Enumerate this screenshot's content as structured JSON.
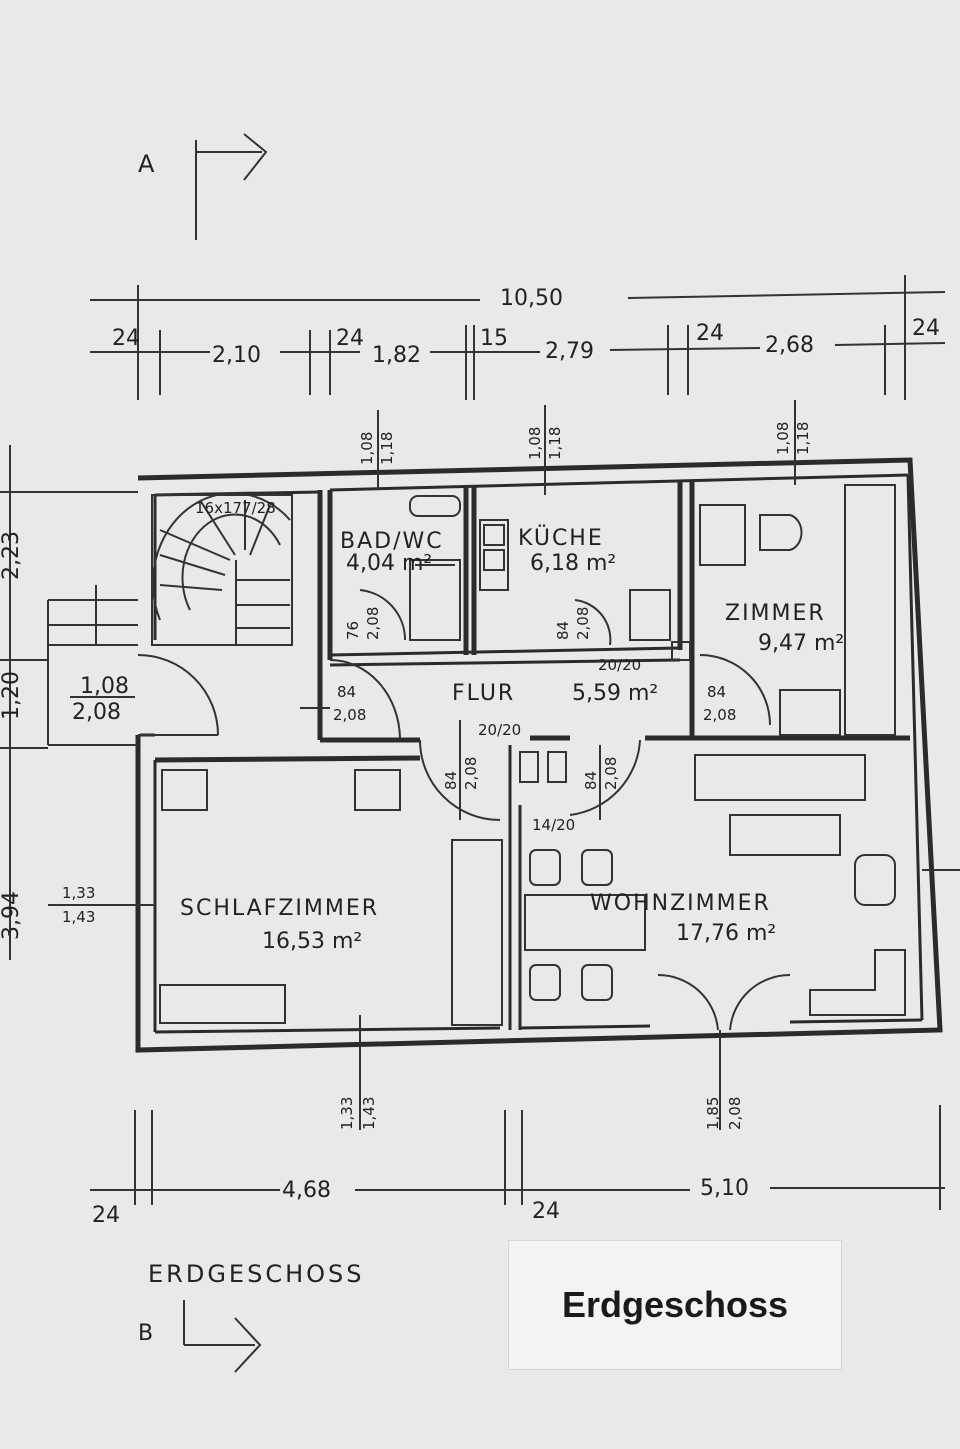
{
  "title": "ERDGESCHOSS",
  "label": "Erdgeschoss",
  "section_markers": [
    "A",
    "B"
  ],
  "rooms": [
    {
      "name": "BAD/WC",
      "area": "4,04 m²"
    },
    {
      "name": "KÜCHE",
      "area": "6,18 m²"
    },
    {
      "name": "ZIMMER",
      "area": "9,47 m²"
    },
    {
      "name": "FLUR",
      "area": "5,59 m²"
    },
    {
      "name": "SCHLAFZIMMER",
      "area": "16,53 m²"
    },
    {
      "name": "WOHNZIMMER",
      "area": "17,76 m²"
    }
  ],
  "stair": "16x177/28",
  "dims_top_total": "10,50",
  "dims_top": [
    "24",
    "2,10",
    "24",
    "1,82",
    "15",
    "2,79",
    "24",
    "2,68",
    "24"
  ],
  "dims_bottom": [
    "24",
    "4,68",
    "24",
    "5,10"
  ],
  "openings": {
    "top_windows": [
      "1,08",
      "1,18"
    ],
    "left_door": [
      "1,08",
      "2,08"
    ],
    "door_84": [
      "84",
      "2,08"
    ],
    "door_76": [
      "76",
      "2,08"
    ],
    "schlaf_window": [
      "1,33",
      "1,43"
    ],
    "wohn_door": [
      "1,85",
      "2,08"
    ],
    "flur_vent": "20/20",
    "wohn_vent": "14/20"
  },
  "left_dims": [
    "2,23",
    "1,20",
    "3,94"
  ]
}
